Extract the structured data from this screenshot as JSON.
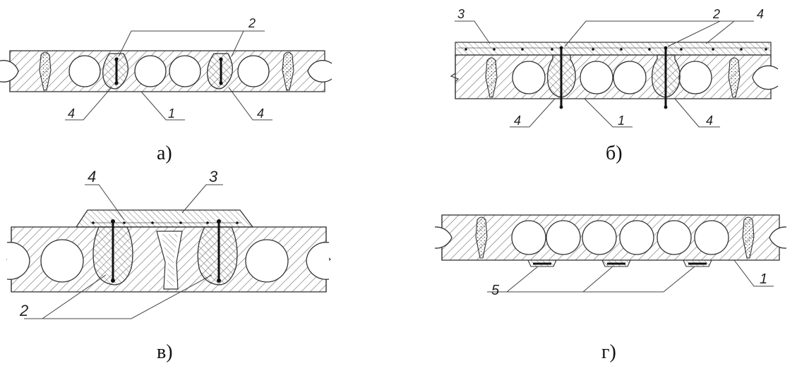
{
  "figure": {
    "panels": [
      {
        "id": "a",
        "caption": "а)",
        "callouts": [
          "2",
          "4",
          "1",
          "4"
        ]
      },
      {
        "id": "b",
        "caption": "б)",
        "callouts": [
          "3",
          "2",
          "4",
          "4",
          "1",
          "4"
        ]
      },
      {
        "id": "v",
        "caption": "в)",
        "callouts": [
          "4",
          "3",
          "2"
        ]
      },
      {
        "id": "g",
        "caption": "г)",
        "callouts": [
          "5",
          "1"
        ]
      }
    ]
  }
}
